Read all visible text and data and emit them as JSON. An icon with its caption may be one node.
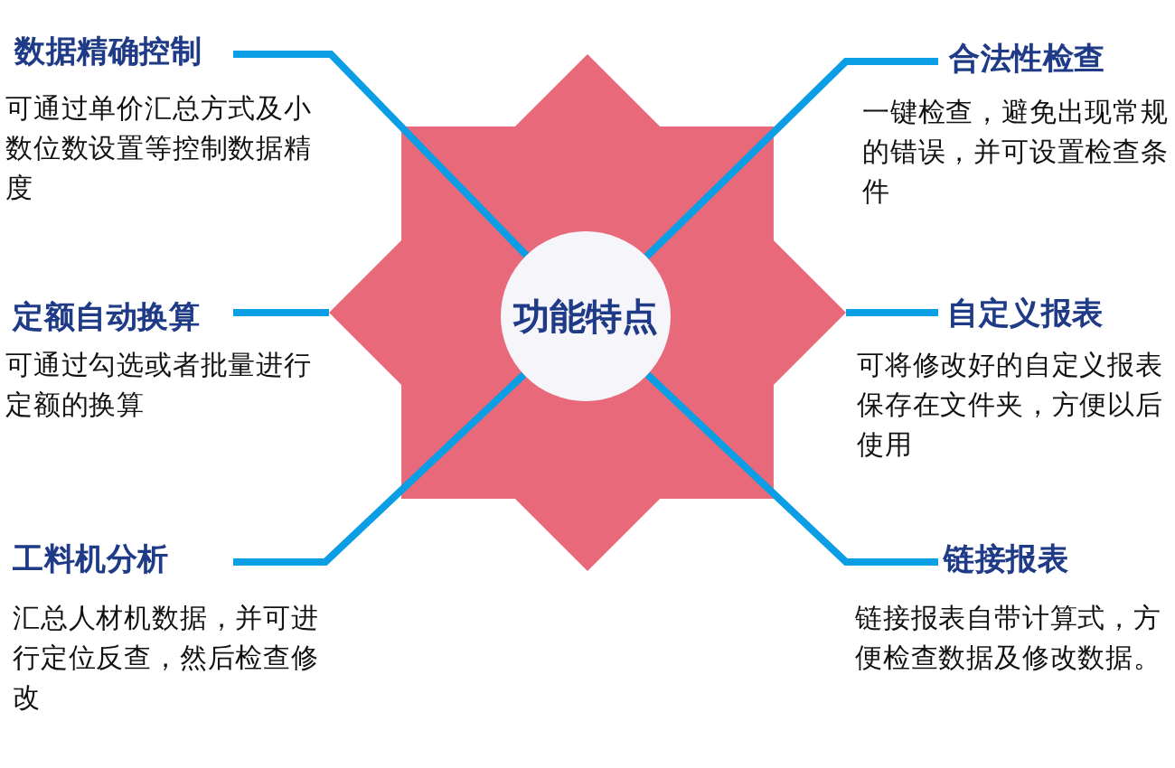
{
  "diagram": {
    "nodes": [
      {
        "text": [],
        "shape": "star"
      },
      {
        "text": [
          "功能特点"
        ],
        "in": 0
      },
      {
        "text": [
          "数据精确控制",
          "可通过单价汇总方式及小数位数设置等控制数据精度"
        ]
      },
      {
        "text": [
          "合法性检查",
          "一键检查，避免出现常规的错误，并可设置检查条件"
        ]
      },
      {
        "text": [
          "定额自动换算",
          "可通过勾选或者批量进行定额的换算"
        ]
      },
      {
        "text": [
          "自定义报表",
          "可将修改好的自定义报表保存在文件夹，方便以后使用"
        ]
      },
      {
        "text": [
          "工料机分析",
          "汇总人材机数据，并可进行定位反查，然后检查修改"
        ]
      },
      {
        "text": [
          "链接报表",
          "链接报表自带计算式，方便检查数据及修改数据。"
        ]
      }
    ],
    "edges": [
      {
        "from": 1,
        "to": 2,
        "arrow": "none"
      },
      {
        "from": 1,
        "to": 3,
        "arrow": "none"
      },
      {
        "from": 0,
        "to": 4,
        "arrow": "none"
      },
      {
        "from": 0,
        "to": 5,
        "arrow": "none"
      },
      {
        "from": 1,
        "to": 6,
        "arrow": "none"
      },
      {
        "from": 1,
        "to": 7,
        "arrow": "none"
      }
    ]
  }
}
